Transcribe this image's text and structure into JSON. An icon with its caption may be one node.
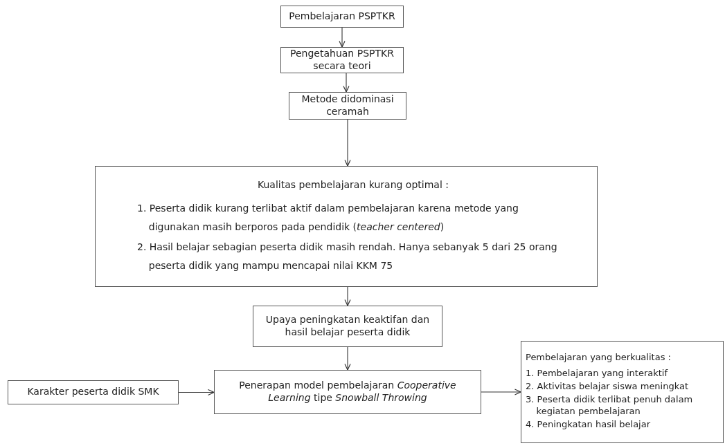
{
  "diagram": {
    "nodes": [
      {
        "text": [
          "Pembelajaran PSPTKR"
        ]
      },
      {
        "text": [
          "Pengetahuan PSPTKR secara teori"
        ]
      },
      {
        "text": [
          "Metode didominasi ceramah"
        ]
      },
      {
        "text": [
          "Kualitas pembelajaran kurang optimal :",
          "1. Peserta didik kurang terlibat aktif dalam pembelajaran karena metode yang digunakan masih berporos pada pendidik (*teacher centered*)",
          "2. Hasil belajar sebagian peserta didik masih rendah. Hanya sebanyak 5 dari 25 orang peserta didik yang mampu mencapai nilai KKM 75"
        ]
      },
      {
        "text": [
          "Upaya peningkatan keaktifan dan hasil belajar peserta didik"
        ]
      },
      {
        "text": [
          "Penerapan model pembelajaran *Cooperative Learning* tipe *Snowball Throwing*"
        ]
      },
      {
        "text": [
          "Karakter peserta didik SMK"
        ]
      },
      {
        "text": [
          "Pembelajaran yang berkualitas :",
          "1. Pembelajaran yang interaktif",
          "2. Aktivitas belajar siswa meningkat",
          "3. Peserta didik terlibat penuh dalam kegiatan pembelajaran",
          "4. Peningkatan hasil belajar"
        ]
      }
    ],
    "edges": [
      {
        "from": 0,
        "to": 1,
        "arrow": "to"
      },
      {
        "from": 1,
        "to": 2,
        "arrow": "to"
      },
      {
        "from": 2,
        "to": 3,
        "arrow": "to"
      },
      {
        "from": 3,
        "to": 4,
        "arrow": "to"
      },
      {
        "from": 4,
        "to": 5,
        "arrow": "to"
      },
      {
        "from": 6,
        "to": 5,
        "arrow": "to"
      },
      {
        "from": 5,
        "to": 7,
        "arrow": "to"
      }
    ]
  }
}
